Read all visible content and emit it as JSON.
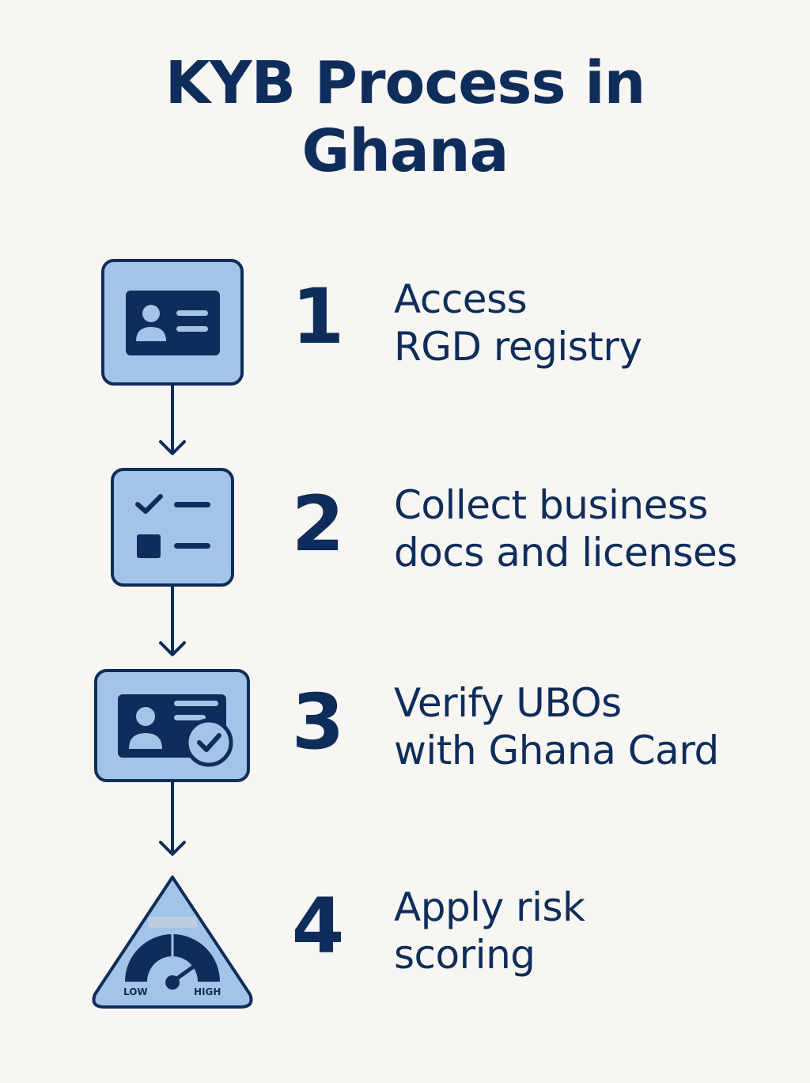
{
  "title": {
    "line1": "KYB Process in",
    "line2": "Ghana"
  },
  "steps": [
    {
      "number": "1",
      "line1": "Access",
      "line2": "RGD registry",
      "icon": "id-card-icon"
    },
    {
      "number": "2",
      "line1": "Collect business",
      "line2": "docs and licenses",
      "icon": "checklist-icon"
    },
    {
      "number": "3",
      "line1": "Verify UBOs",
      "line2": "with Ghana Card",
      "icon": "verified-id-card-icon"
    },
    {
      "number": "4",
      "line1": "Apply risk",
      "line2": "scoring",
      "icon": "risk-gauge-icon"
    }
  ],
  "gauge": {
    "low_label": "LOW",
    "high_label": "HIGH"
  },
  "colors": {
    "navy": "#0f2d5a",
    "light_blue": "#a3c4e8",
    "background": "#f7f6f2"
  }
}
